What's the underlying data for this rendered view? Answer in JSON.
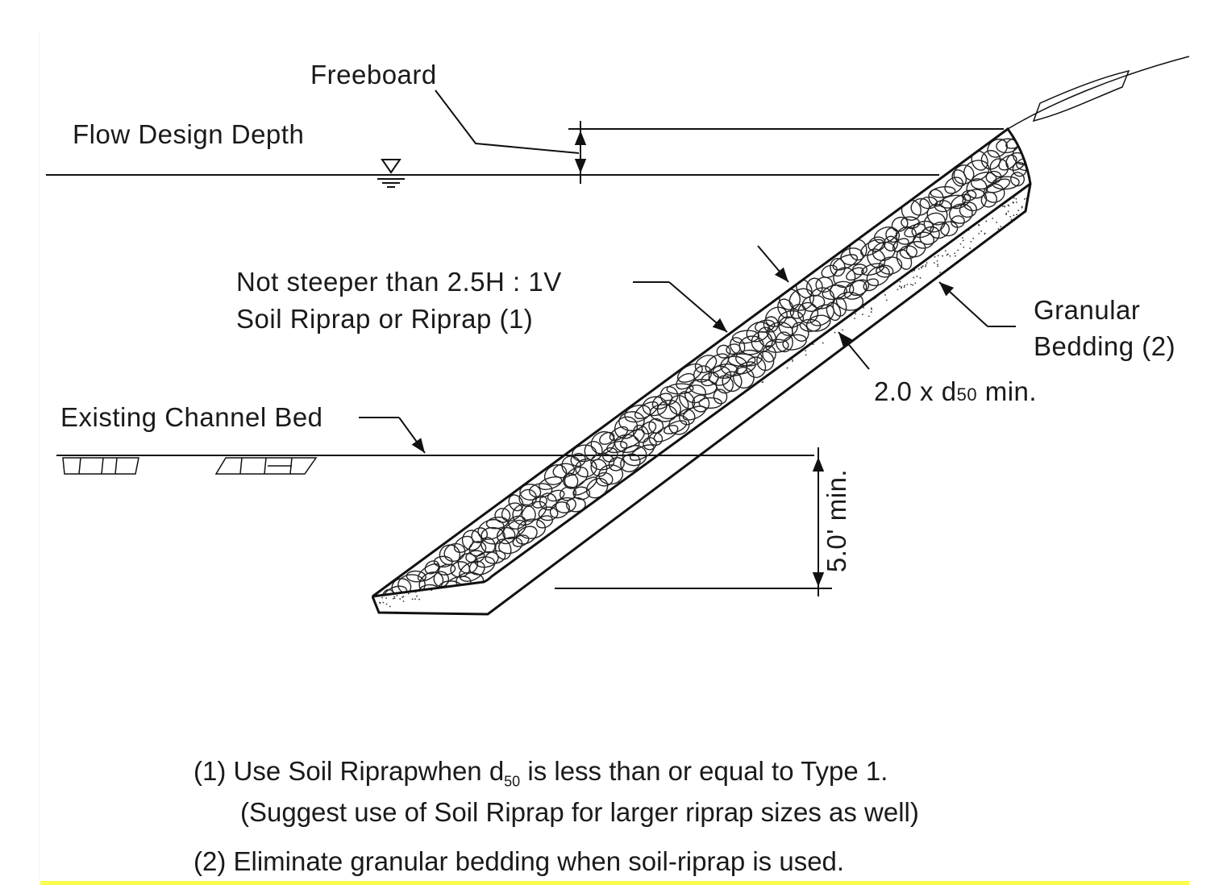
{
  "labels": {
    "freeboard": "Freeboard",
    "flow_design_depth": "Flow Design Depth",
    "slope_line1": "Not steeper than  2.5H : 1V",
    "slope_line2": "Soil Riprap or Riprap (1)",
    "granular_line1": "Granular",
    "granular_line2": "Bedding (2)",
    "thickness_prefix": "2.0   x d",
    "thickness_sub": "50",
    "thickness_suffix": " min.",
    "existing_bed": "Existing Channel Bed",
    "depth_min": "5.0' min."
  },
  "notes": {
    "note1_prefix": "(1) Use Soil Riprapwhen   d",
    "note1_sub": "50",
    "note1_suffix": "  is less than or equal to Type  1.",
    "note1_line2": "(Suggest  use of Soil Riprap for larger riprap sizes as well)",
    "note2": "(2)  Eliminate granular bedding when soil-riprap is used."
  },
  "colors": {
    "line": "#111111",
    "accent_bar": "#fcfc4e"
  }
}
